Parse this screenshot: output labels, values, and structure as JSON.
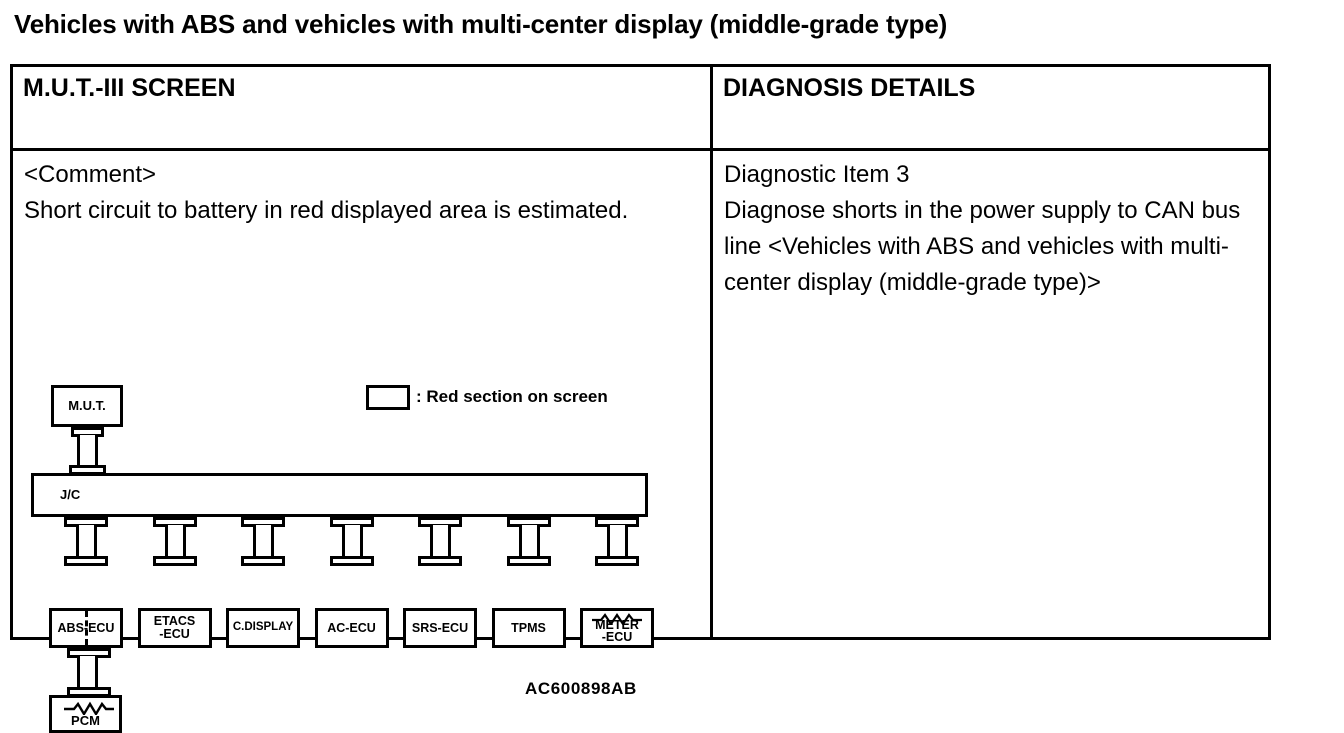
{
  "page": {
    "title": "Vehicles with ABS and vehicles with multi-center display (middle-grade type)"
  },
  "table": {
    "headers": {
      "left": "M.U.T.-III SCREEN",
      "right": "DIAGNOSIS DETAILS"
    },
    "left_cell": {
      "comment_heading": "<Comment>",
      "comment_body": "Short circuit to battery in red displayed area is estimated."
    },
    "right_cell": {
      "text": "Diagnostic Item 3\nDiagnose shorts in the power supply to CAN bus line <Vehicles with ABS and vehicles with multi-center display (middle-grade type)>"
    }
  },
  "diagram": {
    "legend": {
      "label": ": Red section on screen"
    },
    "part_number": "AC600898AB",
    "bus": {
      "label": "J/C"
    },
    "tool": {
      "label": "M.U.T."
    },
    "nodes": [
      {
        "id": "abs-ecu",
        "label": "ABS-ECU",
        "split": true,
        "resistor": false
      },
      {
        "id": "etacs-ecu",
        "label": "ETACS\n-ECU",
        "split": false,
        "resistor": false
      },
      {
        "id": "c-display",
        "label": "C.DISPLAY",
        "split": false,
        "resistor": false
      },
      {
        "id": "ac-ecu",
        "label": "AC-ECU",
        "split": false,
        "resistor": false
      },
      {
        "id": "srs-ecu",
        "label": "SRS-ECU",
        "split": false,
        "resistor": false
      },
      {
        "id": "tpms",
        "label": "TPMS",
        "split": false,
        "resistor": false
      },
      {
        "id": "meter-ecu",
        "label": "METER\n-ECU",
        "split": false,
        "resistor": true
      }
    ],
    "pcm": {
      "label": "PCM",
      "resistor": true
    }
  },
  "colors": {
    "line": "#000000",
    "background": "#ffffff"
  }
}
